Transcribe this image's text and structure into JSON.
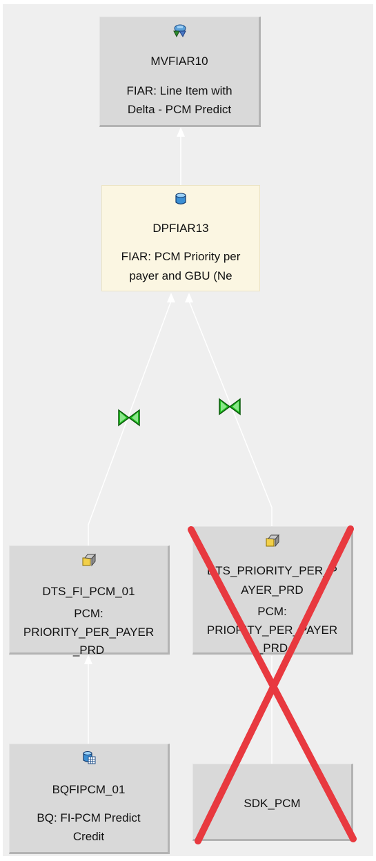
{
  "nodes": {
    "multiprovider": {
      "name": "MVFIAR10",
      "desc_line1": "FIAR: Line Item with",
      "desc_line2": "Delta - PCM Predict",
      "icon": "multiprovider-icon"
    },
    "dso": {
      "name": "DPFIAR13",
      "desc_line1": "FIAR: PCM Priority per",
      "desc_line2": "payer and GBU (Ne",
      "icon": "datastore-object-icon"
    },
    "dts_left": {
      "name": "DTS_FI_PCM_01",
      "desc_line1": "PCM:",
      "desc_line2": "PRIORITY_PER_PAYER",
      "desc_line3": "_PRD",
      "icon": "datasource-icon"
    },
    "dts_right": {
      "name_line1": "DTS_PRIORITY_PER_P",
      "name_line2": "AYER_PRD",
      "desc_line1": "PCM:",
      "desc_line2": "PRIORITY_PER_PAYER",
      "desc_line3": "_PRD",
      "icon": "datasource-icon",
      "crossed_out": true
    },
    "bq": {
      "name": "BQFIPCM_01",
      "desc_line1": "BQ: FI-PCM Predict",
      "desc_line2": "Credit",
      "icon": "infocube-query-icon"
    },
    "sdk": {
      "name": "SDK_PCM"
    }
  },
  "colors": {
    "canvas": "#efefef",
    "node": "#d9d9d9",
    "node_highlight": "#fbf6e2",
    "edge": "#ffffff",
    "transformation": "#1fbf1f",
    "cross": "#e8393f"
  }
}
